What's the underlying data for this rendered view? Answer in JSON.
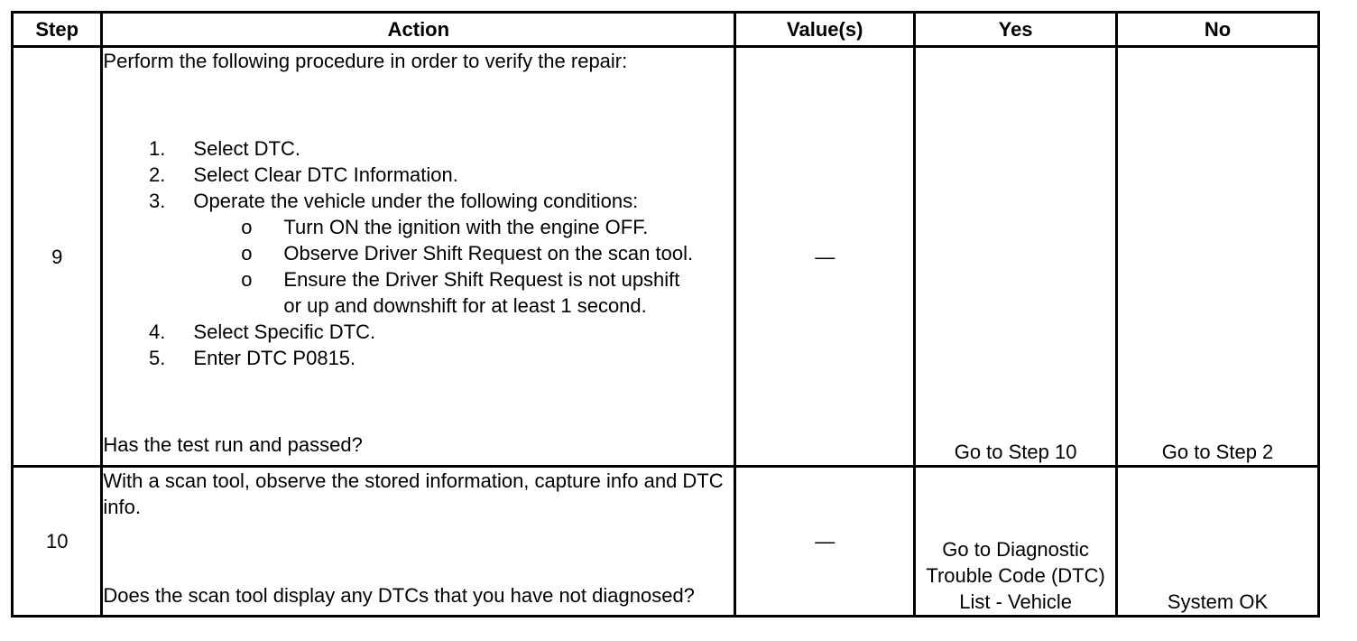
{
  "headers": {
    "step": "Step",
    "action": "Action",
    "values": "Value(s)",
    "yes": "Yes",
    "no": "No"
  },
  "rows": [
    {
      "step": "9",
      "action_intro": "Perform the following procedure in order to verify the repair:",
      "steps": [
        {
          "num": "1.",
          "text": "Select DTC."
        },
        {
          "num": "2.",
          "text": "Select Clear DTC Information."
        },
        {
          "num": "3.",
          "text": "Operate the vehicle under the following conditions:",
          "subs": [
            {
              "bullet": "o",
              "text": "Turn ON the ignition with the engine OFF."
            },
            {
              "bullet": "o",
              "text": "Observe Driver Shift Request on the scan tool."
            },
            {
              "bullet": "o",
              "text": "Ensure the Driver Shift Request is not upshift or up and downshift for at least 1 second."
            }
          ]
        },
        {
          "num": "4.",
          "text": "Select Specific DTC."
        },
        {
          "num": "5.",
          "text": "Enter DTC P0815."
        }
      ],
      "question": "Has the test run and passed?",
      "value": "—",
      "yes": "Go to Step 10",
      "no": "Go to Step 2"
    },
    {
      "step": "10",
      "action_intro": "With a scan tool, observe the stored information, capture info and DTC info.",
      "question": "Does the scan tool display any DTCs that you have not diagnosed?",
      "value": "—",
      "yes": "Go to Diagnostic Trouble Code (DTC) List - Vehicle",
      "no": "System OK"
    }
  ]
}
